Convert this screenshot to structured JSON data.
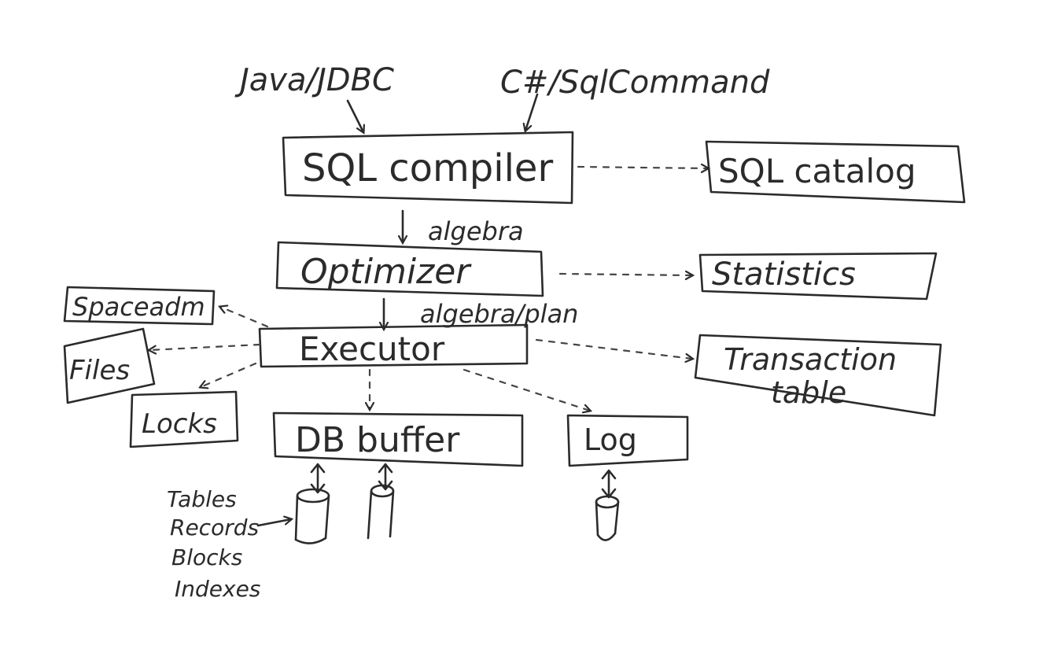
{
  "inputs": {
    "java": "Java/JDBC",
    "csharp": "C#/SqlCommand"
  },
  "boxes": {
    "sql_compiler": "SQL compiler",
    "optimizer": "Optimizer",
    "executor": "Executor",
    "db_buffer": "DB buffer",
    "log": "Log",
    "sql_catalog": "SQL catalog",
    "statistics": "Statistics",
    "transaction_table_line1": "Transaction",
    "transaction_table_line2": "table",
    "spaceadm": "Spaceadm",
    "files": "Files",
    "locks": "Locks"
  },
  "edge_labels": {
    "algebra": "algebra",
    "algebra_plan": "algebra/plan"
  },
  "storage_notes": [
    "Tables",
    "Records",
    "Blocks",
    "Indexes"
  ]
}
